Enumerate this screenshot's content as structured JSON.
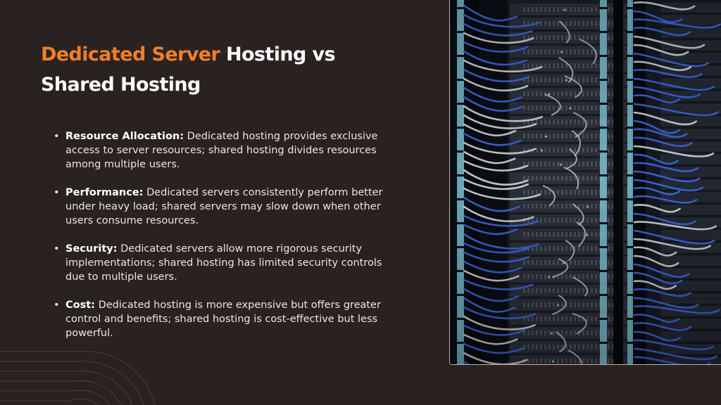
{
  "slide": {
    "title": {
      "accent": "Dedicated Server",
      "rest": " Hosting vs Shared Hosting"
    },
    "bullets": [
      {
        "term": "Resource Allocation:",
        "text": " Dedicated hosting provides exclusive access to server resources; shared hosting divides resources among multiple users."
      },
      {
        "term": "Performance:",
        "text": " Dedicated servers consistently perform better under heavy load; shared servers may slow down when other users consume resources."
      },
      {
        "term": "Security:",
        "text": " Dedicated servers allow more rigorous security implementations; shared hosting has limited security controls due to multiple users."
      },
      {
        "term": "Cost:",
        "text": " Dedicated hosting is more expensive but offers greater control and benefits; shared hosting is cost-effective but less powerful."
      }
    ],
    "bullet_glyph": "•"
  },
  "image": {
    "icon": "server-rack-photo"
  },
  "colors": {
    "background": "#2a2220",
    "accent": "#f07f2a",
    "text": "#ffffff",
    "cable_blue": "#3a63d8",
    "cable_teal": "#7ec3d6"
  }
}
